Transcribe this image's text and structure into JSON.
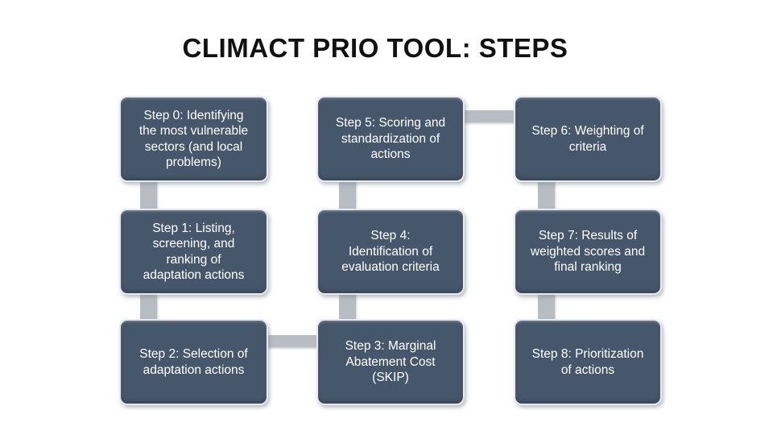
{
  "slide": {
    "title": "CLIMACT PRIO TOOL: STEPS"
  },
  "diagram": {
    "type": "bending-process-flow",
    "flow_order": [
      "step-0",
      "step-1",
      "step-2",
      "step-3",
      "step-4",
      "step-5",
      "step-6",
      "step-7",
      "step-8"
    ],
    "steps": [
      {
        "id": "step-0",
        "label": "Step 0: Identifying\nthe most vulnerable\nsectors (and local\nproblems)"
      },
      {
        "id": "step-1",
        "label": "Step 1: Listing,\nscreening, and\nranking of\nadaptation actions"
      },
      {
        "id": "step-2",
        "label": "Step 2: Selection of\nadaptation actions"
      },
      {
        "id": "step-3",
        "label": "Step 3: Marginal\nAbatement Cost\n(SKIP)"
      },
      {
        "id": "step-4",
        "label": "Step 4:\nIdentification of\nevaluation criteria"
      },
      {
        "id": "step-5",
        "label": "Step 5: Scoring and\nstandardization of\nactions"
      },
      {
        "id": "step-6",
        "label": "Step 6: Weighting of\ncriteria"
      },
      {
        "id": "step-7",
        "label": "Step 7: Results of\nweighted scores and\nfinal ranking"
      },
      {
        "id": "step-8",
        "label": "Step 8: Prioritization\nof actions"
      }
    ]
  },
  "colors": {
    "background": "#FFFFFF",
    "title_text": "#111111",
    "box_fill": "#46566B",
    "box_border": "#E7EBEF",
    "box_text": "#FFFFFF",
    "connector": "#B8BDC3"
  }
}
